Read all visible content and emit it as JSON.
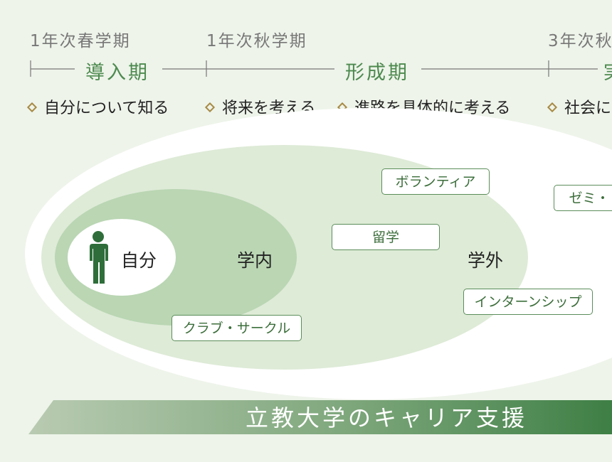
{
  "timeline": {
    "terms": [
      {
        "label": "1年次春学期"
      },
      {
        "label": "1年次秋学期"
      },
      {
        "label": "3年次秋"
      }
    ],
    "phases": [
      {
        "label": "導入期"
      },
      {
        "label": "形成期"
      },
      {
        "label": "実"
      }
    ],
    "goals": [
      {
        "label": "自分について知る"
      },
      {
        "label": "将来を考える"
      },
      {
        "label": "進路を具体的に考える"
      },
      {
        "label": "社会に"
      }
    ]
  },
  "zones": {
    "self": "自分",
    "on_campus": "学内",
    "off_campus": "学外"
  },
  "tags": {
    "volunteer": "ボランティア",
    "seminar": "ゼミ・",
    "study_abroad": "留学",
    "internship": "インターンシップ",
    "club": "クラブ・サークル"
  },
  "banner": {
    "text": "立教大学のキャリア支援"
  },
  "colors": {
    "background": "#eef4ea",
    "accent_green": "#4d8a4f",
    "person_icon": "#2f6e3a",
    "diamond": "#a88a45",
    "banner_start": "#b9cbb2",
    "banner_end": "#3e7f45"
  },
  "icons": {
    "person": "person-icon"
  }
}
